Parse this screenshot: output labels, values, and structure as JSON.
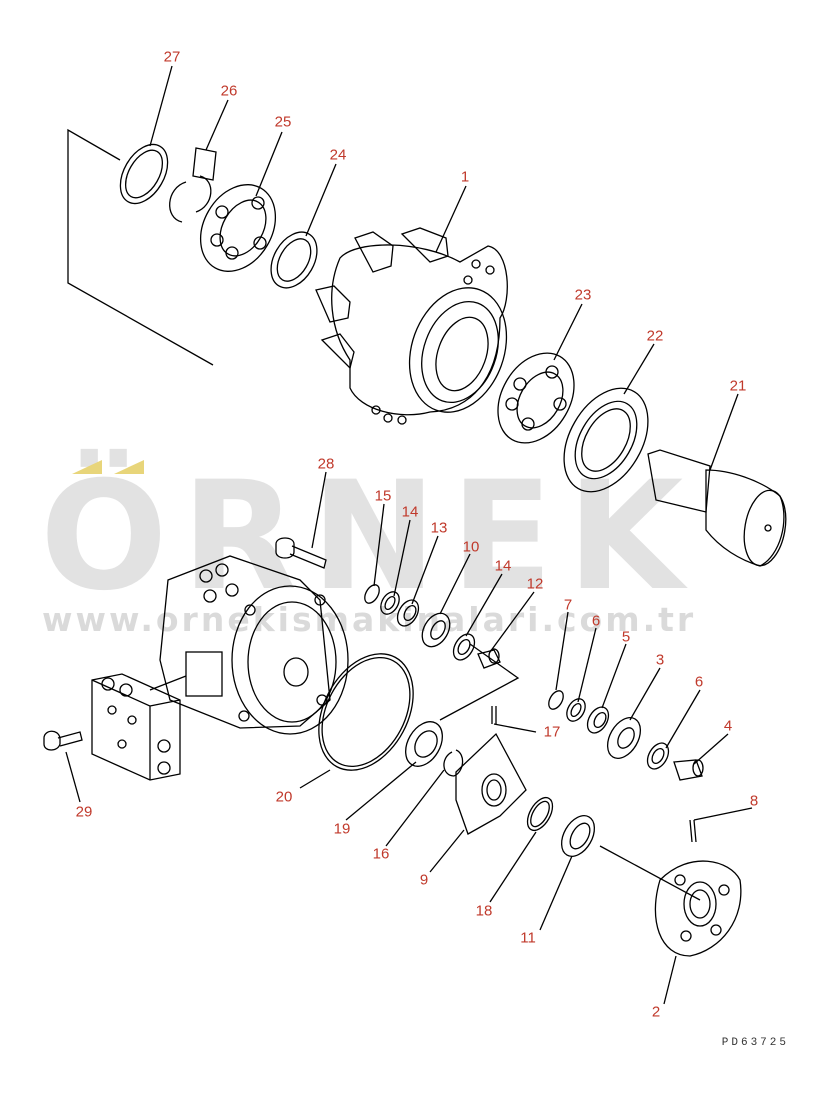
{
  "watermark": {
    "brand": "ÖRNEK",
    "url": "www.ornekismakinalari.com.tr",
    "accent_color": "#e8d57a",
    "gray_color": "#b4b4b4"
  },
  "drawing_code": "PD63725",
  "line_color": "#000000",
  "label_color": "#c0392b",
  "parts": [
    {
      "id": "p1",
      "label": "1"
    },
    {
      "id": "p2",
      "label": "2"
    },
    {
      "id": "p3",
      "label": "3"
    },
    {
      "id": "p4",
      "label": "4"
    },
    {
      "id": "p5",
      "label": "5"
    },
    {
      "id": "p6a",
      "label": "6"
    },
    {
      "id": "p6b",
      "label": "6"
    },
    {
      "id": "p7",
      "label": "7"
    },
    {
      "id": "p8",
      "label": "8"
    },
    {
      "id": "p9",
      "label": "9"
    },
    {
      "id": "p10",
      "label": "10"
    },
    {
      "id": "p11",
      "label": "11"
    },
    {
      "id": "p12",
      "label": "12"
    },
    {
      "id": "p13",
      "label": "13"
    },
    {
      "id": "p14a",
      "label": "14"
    },
    {
      "id": "p14b",
      "label": "14"
    },
    {
      "id": "p15",
      "label": "15"
    },
    {
      "id": "p16",
      "label": "16"
    },
    {
      "id": "p17",
      "label": "17"
    },
    {
      "id": "p18",
      "label": "18"
    },
    {
      "id": "p19",
      "label": "19"
    },
    {
      "id": "p20",
      "label": "20"
    },
    {
      "id": "p21",
      "label": "21"
    },
    {
      "id": "p22",
      "label": "22"
    },
    {
      "id": "p23",
      "label": "23"
    },
    {
      "id": "p24",
      "label": "24"
    },
    {
      "id": "p25",
      "label": "25"
    },
    {
      "id": "p26",
      "label": "26"
    },
    {
      "id": "p27",
      "label": "27"
    },
    {
      "id": "p28",
      "label": "28"
    },
    {
      "id": "p29",
      "label": "29"
    }
  ]
}
